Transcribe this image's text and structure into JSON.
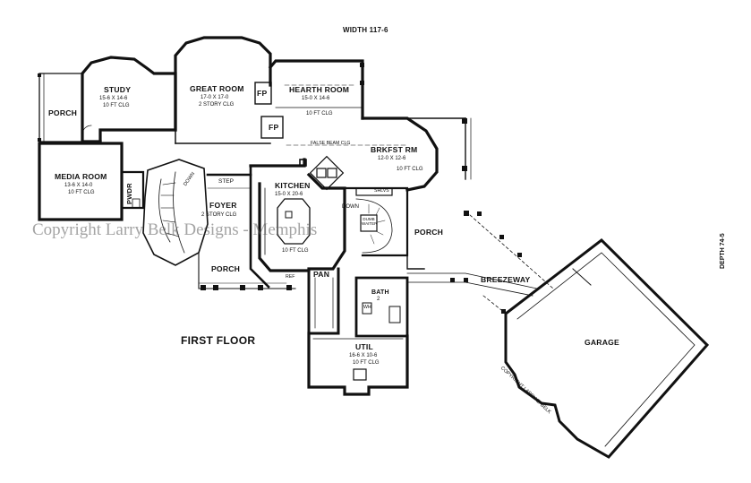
{
  "header": {
    "width": "WIDTH 117-6",
    "depth": "DEPTH 74-5"
  },
  "title": "FIRST FLOOR",
  "watermark": "Copyright Larry Belk Designs - Memphis",
  "garage_copyright": "COPYRIGHT LARRY E. BELK",
  "rooms": {
    "study": {
      "name": "STUDY",
      "dims": "15-6 X 14-6",
      "clg": "10 FT CLG"
    },
    "great": {
      "name": "GREAT ROOM",
      "dims": "17-0 X 17-0",
      "clg": "2 STORY CLG"
    },
    "hearth": {
      "name": "HEARTH ROOM",
      "dims": "15-0 X 14-6",
      "clg": "10 FT CLG"
    },
    "brkfst": {
      "name": "BRKFST RM",
      "dims": "12-0 X 12-6",
      "clg": "10 FT CLG"
    },
    "media": {
      "name": "MEDIA ROOM",
      "dims": "13-6 X 14-0",
      "clg": "10 FT CLG"
    },
    "kitchen": {
      "name": "KITCHEN",
      "dims": "15-0 X 20-6",
      "clg": "10 FT CLG"
    },
    "foyer": {
      "name": "FOYER",
      "clg": "2 STORY CLG"
    },
    "util": {
      "name": "UTIL",
      "dims": "16-6 X 10-6",
      "clg": "10 FT CLG"
    },
    "bath": {
      "name": "BATH",
      "num": "2"
    },
    "garage": {
      "name": "GARAGE"
    }
  },
  "labels": {
    "porch_left": "PORCH",
    "porch_front": "PORCH",
    "porch_right": "PORCH",
    "pwdr": "PWDR",
    "fp1": "FP",
    "fp2": "FP",
    "step": "STEP",
    "down1": "DOWN",
    "down2": "DOWN",
    "pan": "PAN",
    "shlvs": "SHLVS",
    "dumbwaiter": "DUMB WAITER",
    "breezeway": "BREEZEWAY",
    "false_beam": "FALSE BEAM CLG",
    "ref": "REF",
    "wh": "WH"
  }
}
